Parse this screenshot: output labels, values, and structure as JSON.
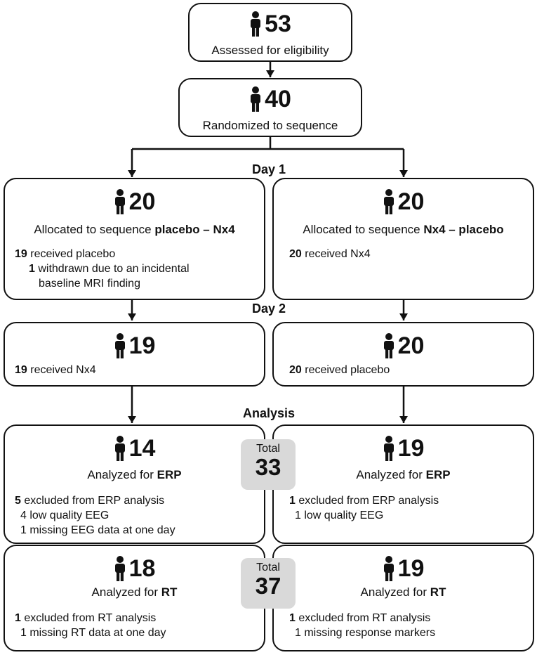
{
  "assessed": {
    "count": "53",
    "label": "Assessed for eligibility"
  },
  "randomized": {
    "count": "40",
    "label": "Randomized to sequence"
  },
  "day1_label": "Day 1",
  "day2_label": "Day 2",
  "analysis_label": "Analysis",
  "left_alloc": {
    "count": "20",
    "label_prefix": "Allocated to sequence ",
    "label_bold": "placebo – Nx4",
    "line1_num": "19",
    "line1_text": " received placebo",
    "line2_num": "1",
    "line2_text": " withdrawn due to an incidental",
    "line3_text": "baseline  MRI finding"
  },
  "right_alloc": {
    "count": "20",
    "label_prefix": "Allocated to sequence ",
    "label_bold": "Nx4 – placebo",
    "line1_num": "20",
    "line1_text": " received Nx4"
  },
  "left_day2": {
    "count": "19",
    "line1_num": "19",
    "line1_text": " received Nx4"
  },
  "right_day2": {
    "count": "20",
    "line1_num": "20",
    "line1_text": " received placebo"
  },
  "left_erp": {
    "count": "14",
    "label_prefix": "Analyzed  for ",
    "label_bold": "ERP",
    "line1_num": "5",
    "line1_text": " excluded from ERP analysis",
    "line2_text": "4  low quality  EEG",
    "line3_text": "1  missing EEG data at one day"
  },
  "right_erp": {
    "count": "19",
    "label_prefix": "Analyzed  for ",
    "label_bold": "ERP",
    "line1_num": "1",
    "line1_text": " excluded  from ERP analysis",
    "line2_text": "1  low quality  EEG"
  },
  "left_rt": {
    "count": "18",
    "label_prefix": "Analyzed  for ",
    "label_bold": "RT",
    "line1_num": "1",
    "line1_text": " excluded  from RT analysis",
    "line2_text": "1  missing RT data at one day"
  },
  "right_rt": {
    "count": "19",
    "label_prefix": "Analyzed  for ",
    "label_bold": "RT",
    "line1_num": "1",
    "line1_text": " excluded  from RT analysis",
    "line2_text": "1  missing response markers"
  },
  "total_erp": {
    "label": "Total",
    "value": "33"
  },
  "total_rt": {
    "label": "Total",
    "value": "37"
  },
  "icons": {
    "person": "person-icon"
  },
  "colors": {
    "stroke": "#111111",
    "total_bg": "#d9d9d9"
  }
}
